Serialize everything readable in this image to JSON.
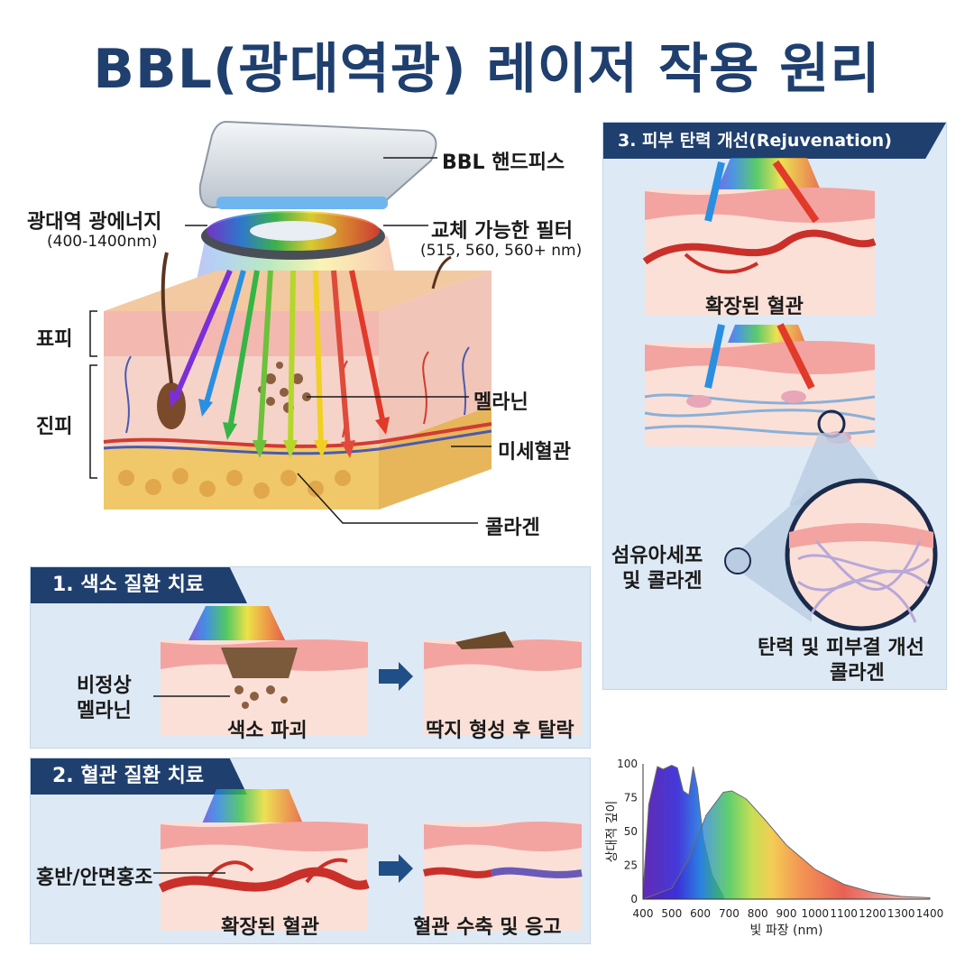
{
  "title": "BBL(광대역광) 레이저 작용 원리",
  "main_diagram": {
    "handpiece": "BBL 핸드피스",
    "energy_label": "광대역 광에너지",
    "energy_range": "(400-1400nm)",
    "filter_label": "교체 가능한 필터",
    "filter_values": "(515, 560, 560+ nm)",
    "epidermis": "표피",
    "dermis": "진피",
    "melanin": "멜라닌",
    "capillary": "미세혈관",
    "collagen": "콜라겐"
  },
  "panel1": {
    "header": "1. 색소 질환 치료",
    "target_line1": "비정상",
    "target_line2": "멜라닌",
    "step1": "색소 파괴",
    "step2": "딱지 형성 후 탈락"
  },
  "panel2": {
    "header": "2. 혈관 질환 치료",
    "target": "홍반/안면홍조",
    "step1": "확장된 혈관",
    "step2": "혈관 수축 및 응고"
  },
  "panel3": {
    "header": "3. 피부 탄력 개선(Rejuvenation)",
    "vessel": "확장된 혈관",
    "fibroblast_line1": "섬유아세포",
    "fibroblast_line2": "및 콜라겐",
    "result_line1": "탄력 및 피부결 개선",
    "result_line2": "콜라겐"
  },
  "chart_data": {
    "type": "area",
    "xlabel": "빛 파장 (nm)",
    "ylabel": "상대적 깊이",
    "xlim": [
      400,
      1400
    ],
    "ylim": [
      0,
      100
    ],
    "x_ticks": [
      400,
      500,
      600,
      700,
      800,
      900,
      1000,
      1100,
      1200,
      1300,
      1400
    ],
    "y_ticks": [
      0,
      25,
      50,
      75,
      100
    ],
    "series": [
      {
        "x": [
          400,
          420,
          450,
          470,
          500,
          520,
          540,
          560,
          575,
          590,
          610,
          640,
          680
        ],
        "y": [
          5,
          70,
          98,
          96,
          99,
          97,
          80,
          77,
          98,
          82,
          45,
          18,
          2
        ]
      },
      {
        "x": [
          400,
          500,
          560,
          620,
          680,
          710,
          760,
          820,
          900,
          1000,
          1100,
          1200,
          1300,
          1400
        ],
        "y": [
          0,
          8,
          30,
          62,
          79,
          80,
          74,
          60,
          40,
          22,
          11,
          5,
          2,
          1
        ]
      }
    ]
  }
}
